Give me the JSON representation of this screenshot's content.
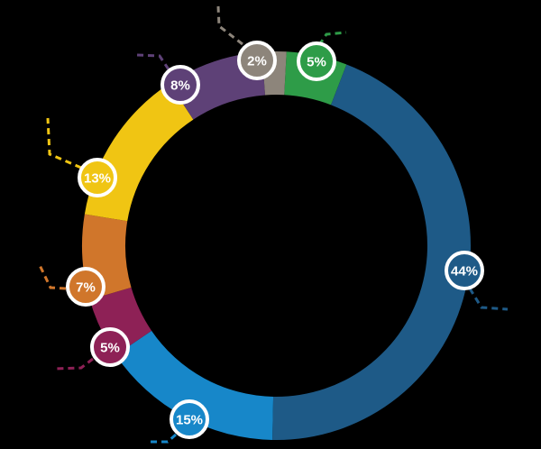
{
  "chart_data": {
    "type": "pie",
    "subtype": "donut-ring",
    "title": "",
    "order": "clockwise-from-top",
    "segments": [
      {
        "name": "green",
        "label": "5%",
        "value": 5,
        "color": "#2e9c48"
      },
      {
        "name": "dark-blue",
        "label": "44%",
        "value": 44,
        "color": "#1e5a87"
      },
      {
        "name": "light-blue",
        "label": "15%",
        "value": 15,
        "color": "#1787c9"
      },
      {
        "name": "maroon",
        "label": "5%",
        "value": 5,
        "color": "#8e2156"
      },
      {
        "name": "orange",
        "label": "7%",
        "value": 7,
        "color": "#d0762b"
      },
      {
        "name": "yellow",
        "label": "13%",
        "value": 13,
        "color": "#f0c513"
      },
      {
        "name": "purple",
        "label": "8%",
        "value": 8,
        "color": "#5e4177"
      },
      {
        "name": "gray",
        "label": "2%",
        "value": 2,
        "color": "#8d857b"
      }
    ],
    "legend": "none",
    "badge_style": {
      "text_color": "#ffffff",
      "ring_color": "#ffffff"
    },
    "background_color": "#000000"
  }
}
